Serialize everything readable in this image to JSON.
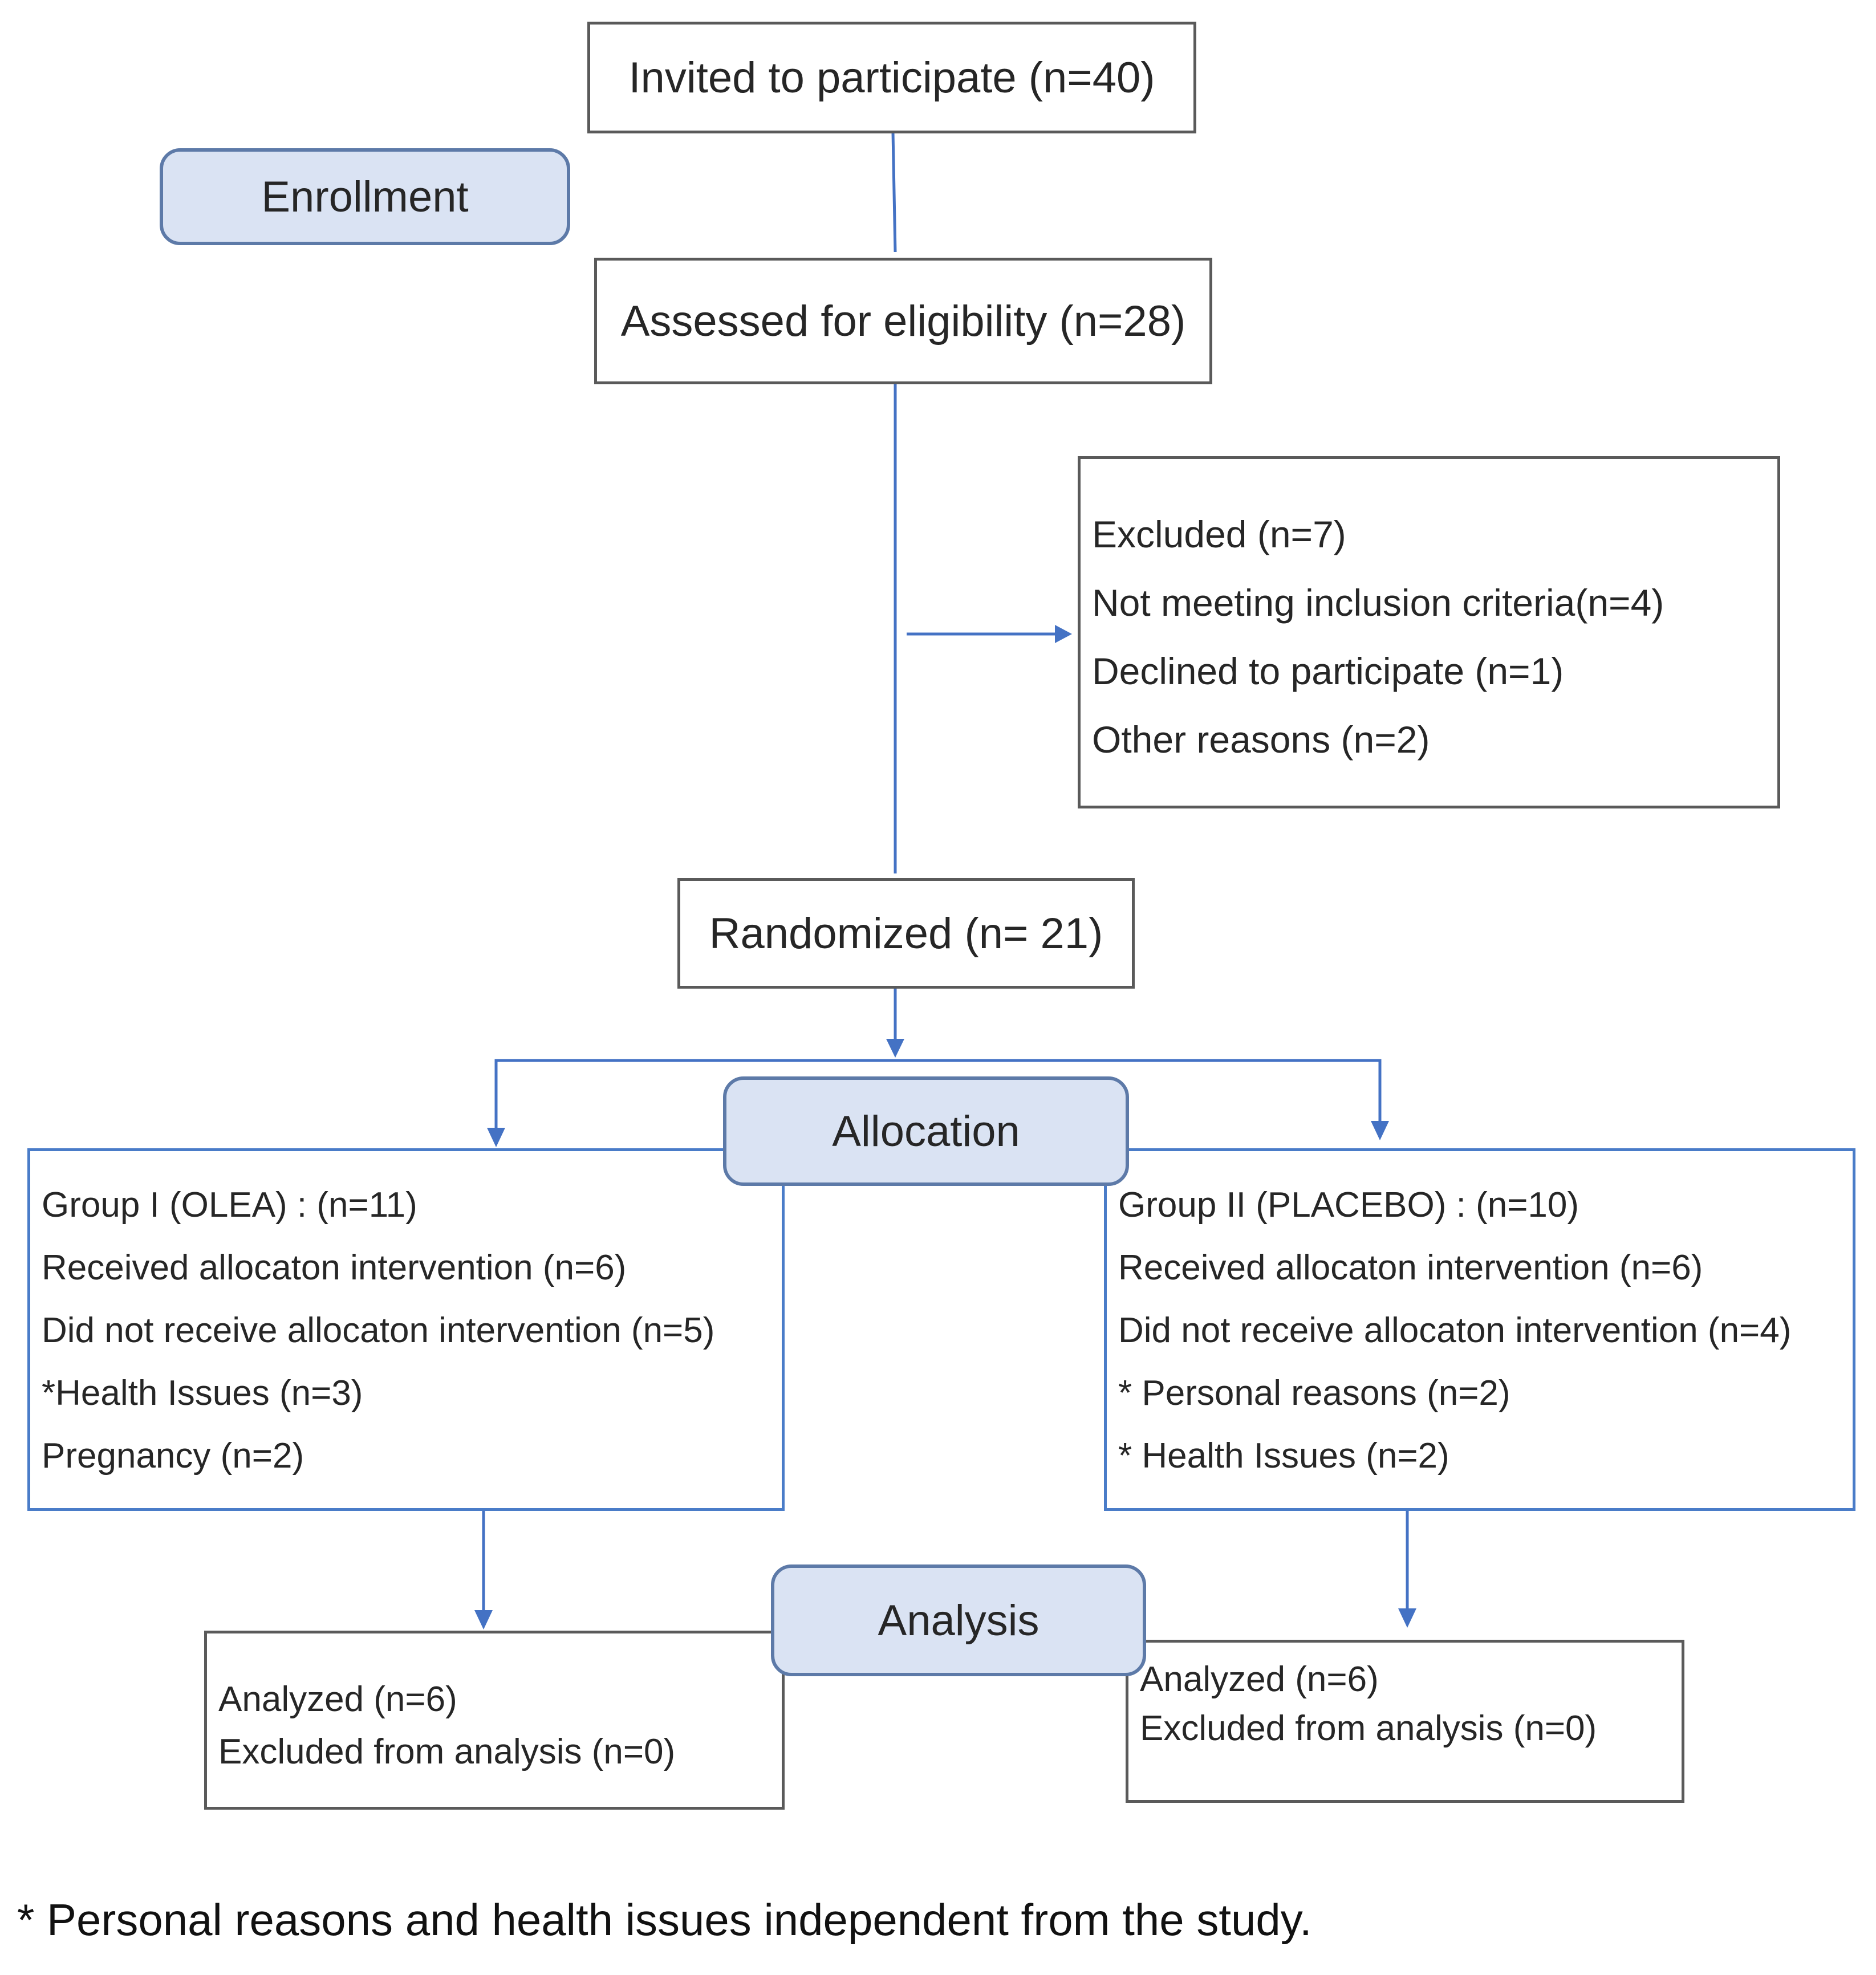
{
  "colors": {
    "connector": "#4472c4",
    "stage_fill": "#dae3f3",
    "stage_border": "#5d7aa8"
  },
  "stages": {
    "enrollment": "Enrollment",
    "allocation": "Allocation",
    "analysis": "Analysis"
  },
  "boxes": {
    "invited": "Invited to participate (n=40)",
    "assessed": "Assessed for eligibility (n=28)",
    "excluded": [
      "Excluded (n=7)",
      "Not meeting inclusion criteria(n=4)",
      "Declined to participate (n=1)",
      "Other reasons (n=2)"
    ],
    "randomized": "Randomized (n= 21)",
    "group1": [
      "Group I (OLEA) : (n=11)",
      "Received allocaton intervention (n=6)",
      "Did not receive allocaton intervention (n=5)",
      "*Health Issues (n=3)",
      "Pregnancy (n=2)"
    ],
    "group2": [
      "Group II (PLACEBO) : (n=10)",
      "Received allocaton intervention (n=6)",
      "Did not receive allocaton intervention (n=4)",
      "* Personal reasons (n=2)",
      "* Health Issues (n=2)"
    ],
    "analysis1": [
      "Analyzed (n=6)",
      "Excluded from analysis (n=0)"
    ],
    "analysis2": [
      "Analyzed (n=6)",
      "Excluded from analysis (n=0)"
    ]
  },
  "footnote": "* Personal reasons and health issues independent from the study."
}
